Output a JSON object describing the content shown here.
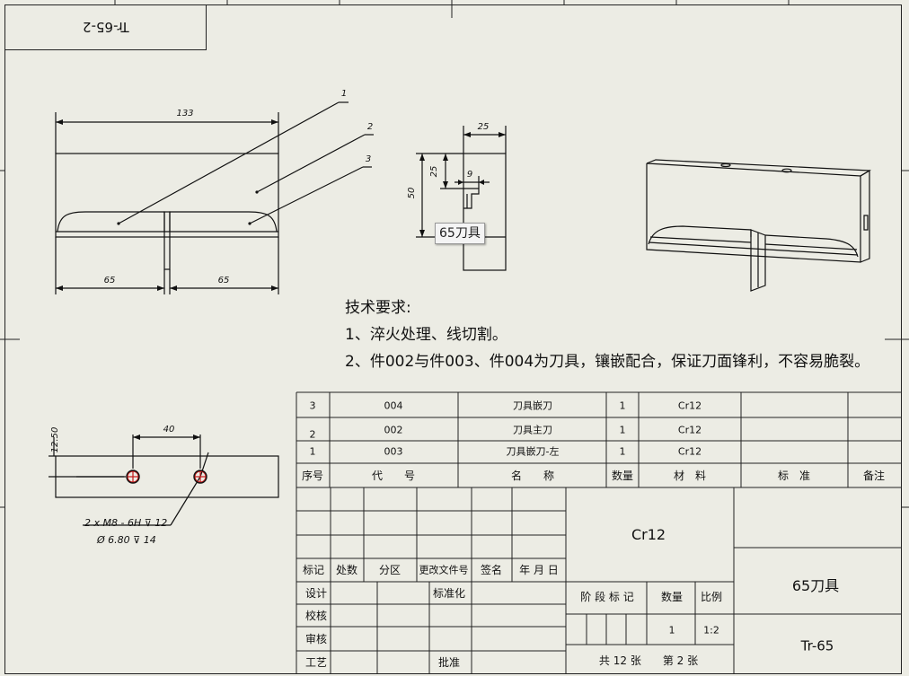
{
  "drawing_code_mirrored": "Tr-65-2",
  "dims": {
    "front_width": "133",
    "front_left": "65",
    "front_right": "65",
    "side_top": "25",
    "side_upper": "25",
    "side_slot": "9",
    "side_height": "50",
    "bottom_spacing": "40",
    "bottom_edge": "12.50",
    "thread_callout": "2 x M8 - 6H ⊽ 12",
    "drill_callout": "Ø 6.80 ⊽ 14"
  },
  "balloons": [
    "1",
    "2",
    "3"
  ],
  "tooltip": "65刀具",
  "notes": {
    "title": "技术要求:",
    "line1": "1、淬火处理、线切割。",
    "line2": "2、件002与件003、件004为刀具，镶嵌配合，保证刀面锋利，不容易脆裂。"
  },
  "bom": {
    "rows": [
      {
        "seq": "3",
        "code": "004",
        "name": "刀具嵌刀",
        "qty": "1",
        "material": "Cr12"
      },
      {
        "seq": "2",
        "code": "002",
        "name": "刀具主刀",
        "qty": "1",
        "material": "Cr12"
      },
      {
        "seq": "1",
        "code": "003",
        "name": "刀具嵌刀-左",
        "qty": "1",
        "material": "Cr12"
      }
    ],
    "header": {
      "seq": "序号",
      "code": "代　　号",
      "name": "名　　称",
      "qty": "数量",
      "material": "材　料",
      "standard": "标　准",
      "remark": "备注"
    }
  },
  "title_block": {
    "rev_headers": [
      "标记",
      "处数",
      "分区",
      "更改文件号",
      "签名",
      "年 月 日"
    ],
    "roles": [
      "设计",
      "校核",
      "审核",
      "工艺"
    ],
    "standardize": "标准化",
    "approve": "批准",
    "material": "Cr12",
    "stage_label": "阶 段 标 记",
    "weight_label": "数量",
    "scale_label": "比例",
    "weight_value": "1",
    "scale_value": "1:2",
    "sheets": "共 12 张　　第 2 张",
    "part_name": "65刀具",
    "drawing_number": "Tr-65"
  }
}
